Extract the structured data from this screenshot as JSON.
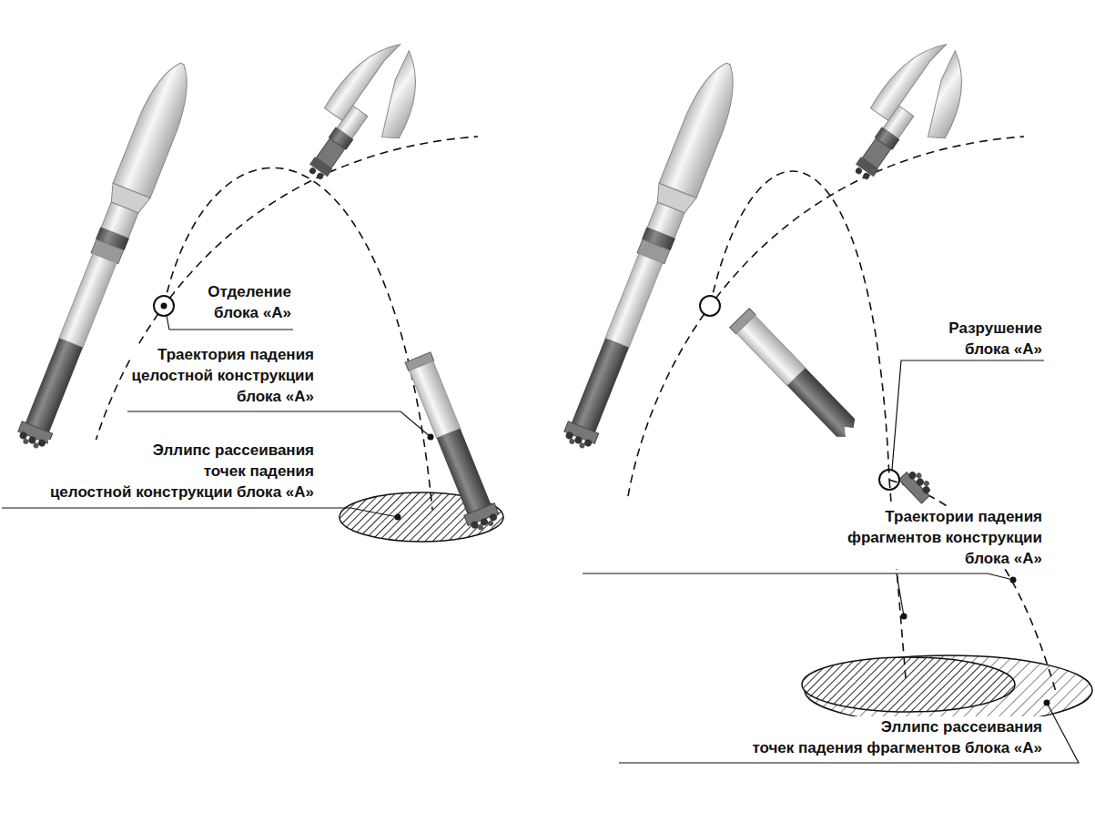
{
  "diagram": {
    "labels": [
      "Отделение блока «А»",
      "Траектория падения целостной конструкции блока «А»",
      "Эллипс рассеивания точек падения целостной конструкции блока «А»",
      "Разрушение блока «А»",
      "Траектории падения фрагментов конструкции блока «А»",
      "Эллипс рассеивания точек падения фрагментов блока «А»"
    ]
  }
}
